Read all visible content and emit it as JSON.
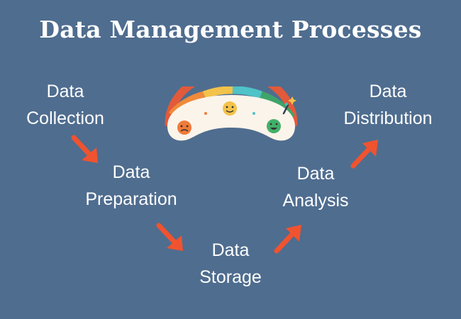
{
  "title": "Data Management Processes",
  "steps": [
    {
      "line1": "Data",
      "line2": "Collection"
    },
    {
      "line1": "Data",
      "line2": "Preparation"
    },
    {
      "line1": "Data",
      "line2": "Storage"
    },
    {
      "line1": "Data",
      "line2": "Analysis"
    },
    {
      "line1": "Data",
      "line2": "Distribution"
    }
  ],
  "colors": {
    "background": "#4f6d8f",
    "text": "#ffffff",
    "arrow": "#f0532f",
    "gauge_body": "#fbf4ea"
  },
  "icons": [
    "arrow-down-right-icon",
    "arrow-up-right-icon",
    "satisfaction-gauge-icon",
    "sad-face-icon",
    "neutral-face-icon",
    "happy-face-icon",
    "sparkle-icon"
  ]
}
